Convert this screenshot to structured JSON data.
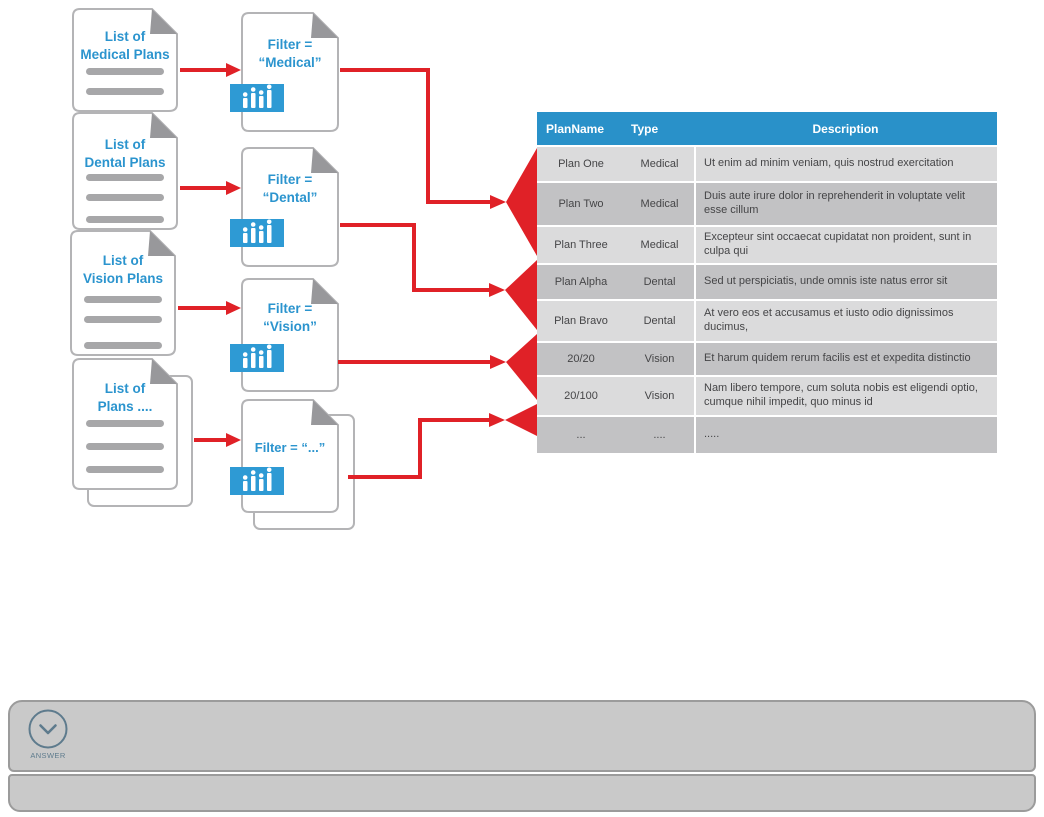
{
  "colors": {
    "blue": "#2991C9",
    "red": "#E02127",
    "icon_blue": "#2E9AD4"
  },
  "diagram": {
    "source_docs": [
      {
        "lines": [
          "List of",
          "Medical Plans"
        ]
      },
      {
        "lines": [
          "List of",
          "Dental Plans"
        ]
      },
      {
        "lines": [
          "List of",
          "Vision Plans"
        ]
      },
      {
        "lines": [
          "List of",
          "Plans ...."
        ]
      }
    ],
    "filter_docs": [
      {
        "lines": [
          "Filter =",
          "“Medical”"
        ]
      },
      {
        "lines": [
          "Filter =",
          "“Dental”"
        ]
      },
      {
        "lines": [
          "Filter =",
          "“Vision”"
        ]
      },
      {
        "lines": [
          "Filter = “...”"
        ]
      }
    ],
    "icons": {
      "filter_badge": "bar-chart-icon"
    }
  },
  "table": {
    "headers": [
      "PlanName",
      "Type",
      "Description"
    ],
    "rows": [
      {
        "name": "Plan One",
        "type": "Medical",
        "description": "Ut enim ad minim veniam, quis nostrud exercitation"
      },
      {
        "name": "Plan Two",
        "type": "Medical",
        "description": "Duis aute irure dolor in reprehenderit in voluptate velit esse cillum"
      },
      {
        "name": "Plan Three",
        "type": "Medical",
        "description": "Excepteur sint occaecat cupidatat non proident, sunt in culpa qui"
      },
      {
        "name": "Plan Alpha",
        "type": "Dental",
        "description": "Sed ut perspiciatis, unde omnis iste natus error sit"
      },
      {
        "name": "Plan Bravo",
        "type": "Dental",
        "description": "At vero eos et accusamus et iusto odio dignissimos ducimus,"
      },
      {
        "name": "20/20",
        "type": "Vision",
        "description": "Et harum quidem rerum facilis est et expedita distinctio"
      },
      {
        "name": "20/100",
        "type": "Vision",
        "description": "Nam libero tempore, cum soluta nobis est eligendi optio, cumque nihil impedit, quo minus id"
      },
      {
        "name": "...",
        "type": "....",
        "description": "....."
      }
    ]
  },
  "answer": {
    "label": "ANSWER",
    "icon": "chevron-down-icon"
  }
}
